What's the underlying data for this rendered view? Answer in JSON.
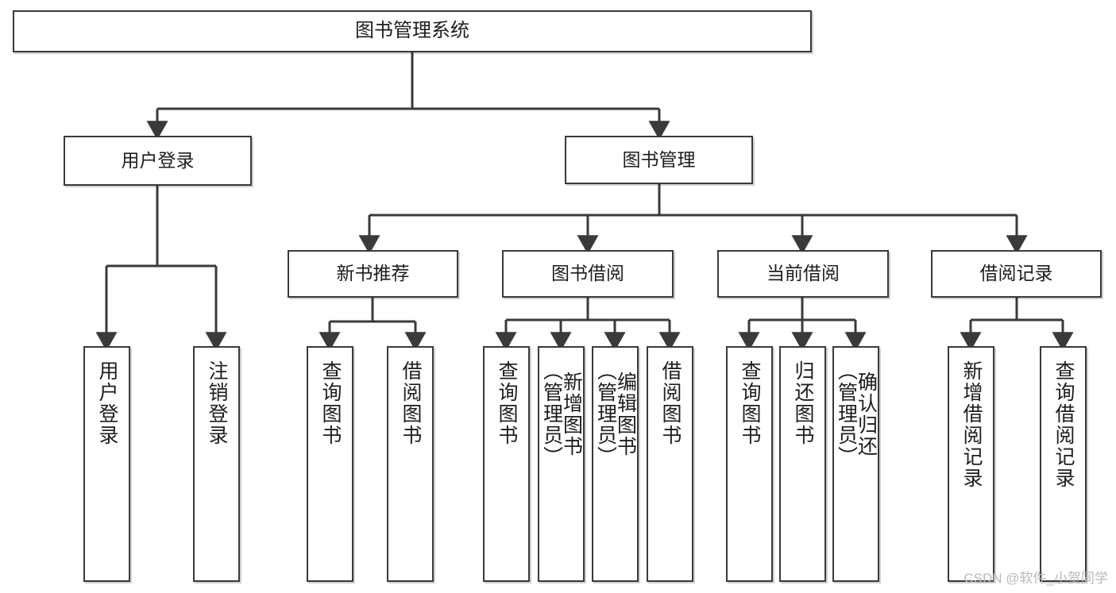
{
  "diagram": {
    "title": "图书管理系统",
    "type": "tree-hierarchy-chart",
    "watermark": "CSDN @软件_小贺同学",
    "colors": {
      "border": "#3a3a3a",
      "background": "#ffffff",
      "text": "#1d1d1d",
      "watermark": "#b9b9b9"
    },
    "nodes": {
      "root": {
        "label": "图书管理系统"
      },
      "level2": [
        {
          "label": "用户登录"
        },
        {
          "label": "图书管理"
        }
      ],
      "level3": [
        {
          "label": "新书推荐"
        },
        {
          "label": "图书借阅"
        },
        {
          "label": "当前借阅"
        },
        {
          "label": "借阅记录"
        }
      ],
      "leaves": {
        "user_login": [
          {
            "label": "用户登录"
          },
          {
            "label": "注销登录"
          }
        ],
        "new_book_recommend": [
          {
            "label": "查询图书"
          },
          {
            "label": "借阅图书"
          }
        ],
        "book_borrow": [
          {
            "label": "查询图书"
          },
          {
            "label": "新增图书\n（管理员）"
          },
          {
            "label": "编辑图书\n（管理员）"
          },
          {
            "label": "借阅图书"
          }
        ],
        "current_borrow": [
          {
            "label": "查询图书"
          },
          {
            "label": "归还图书"
          },
          {
            "label": "确认归还\n（管理员）"
          }
        ],
        "borrow_record": [
          {
            "label": "新增借阅记录"
          },
          {
            "label": "查询借阅记录"
          }
        ]
      }
    }
  }
}
